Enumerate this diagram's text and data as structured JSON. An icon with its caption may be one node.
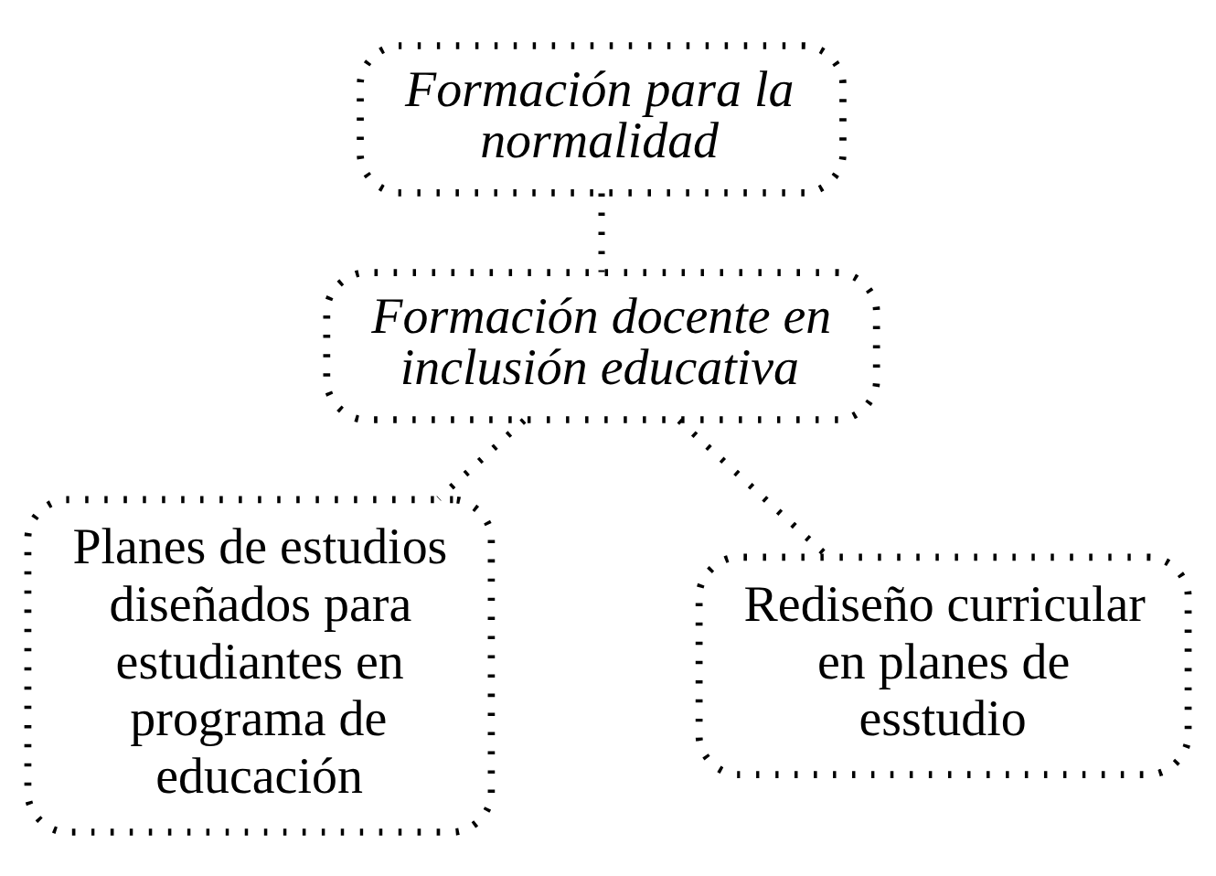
{
  "diagram": {
    "nodes": [
      {
        "text": [
          "Formación para la normalidad"
        ]
      },
      {
        "text": [
          "Formación docente en inclusión educativa"
        ]
      },
      {
        "text": [
          "Planes de estudios diseñados para estudiantes en programa de educación"
        ]
      },
      {
        "text": [
          "Rediseño curricular en planes de esstudio"
        ]
      }
    ],
    "edges": [
      {
        "from": 0,
        "to": 1,
        "arrow": "none"
      },
      {
        "from": 1,
        "to": 2,
        "arrow": "none"
      },
      {
        "from": 1,
        "to": 3,
        "arrow": "none"
      }
    ]
  }
}
